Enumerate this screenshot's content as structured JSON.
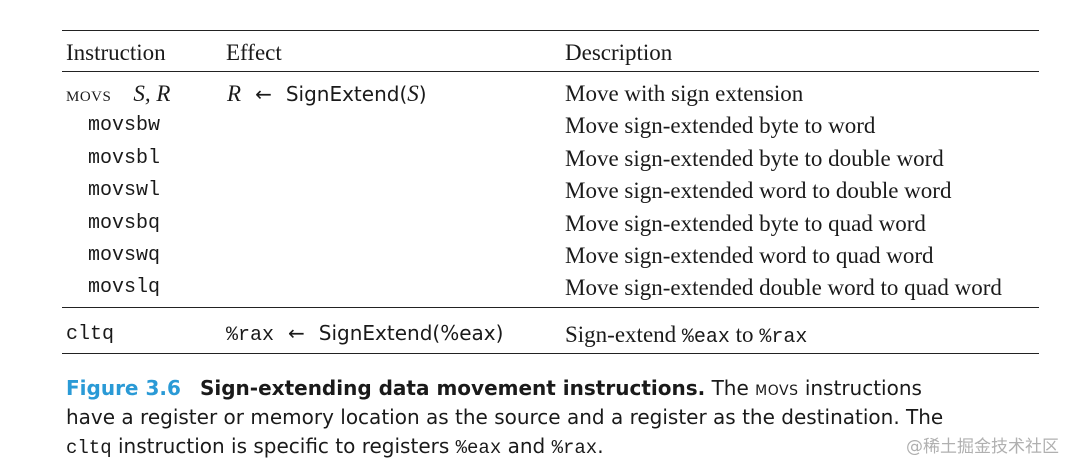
{
  "table": {
    "headers": {
      "instruction": "Instruction",
      "effect": "Effect",
      "description": "Description"
    },
    "movs_row": {
      "mnemonic": "movs",
      "operands": "S, R",
      "effect_dest": "R",
      "arrow": "←",
      "effect_fn": "SignExtend(",
      "effect_arg": "S",
      "effect_close": ")",
      "description": "Move with sign extension"
    },
    "variants": [
      {
        "instruction": "movsbw",
        "description": "Move sign-extended byte to word"
      },
      {
        "instruction": "movsbl",
        "description": "Move sign-extended byte to double word"
      },
      {
        "instruction": "movswl",
        "description": "Move sign-extended word to double word"
      },
      {
        "instruction": "movsbq",
        "description": "Move sign-extended byte to quad word"
      },
      {
        "instruction": "movswq",
        "description": "Move sign-extended word to quad word"
      },
      {
        "instruction": "movslq",
        "description": "Move sign-extended double word to quad word"
      }
    ],
    "cltq_row": {
      "instruction": "cltq",
      "effect_dest": "%rax",
      "arrow": "←",
      "effect_fn": "SignExtend(%eax)",
      "desc_pre": "Sign-extend ",
      "desc_reg1": "%eax",
      "desc_mid": " to ",
      "desc_reg2": "%rax"
    }
  },
  "caption": {
    "label": "Figure 3.6",
    "title": "Sign-extending data movement instructions.",
    "t1": " The ",
    "movs": "movs",
    "t2": " instructions have a register or memory location as the source and a register as the destination. The ",
    "cltq": "cltq",
    "t3": " instruction is specific to registers ",
    "eax": "%eax",
    "t4": " and ",
    "rax": "%rax",
    "t5": "."
  },
  "watermark": "@稀土掘金技术社区"
}
